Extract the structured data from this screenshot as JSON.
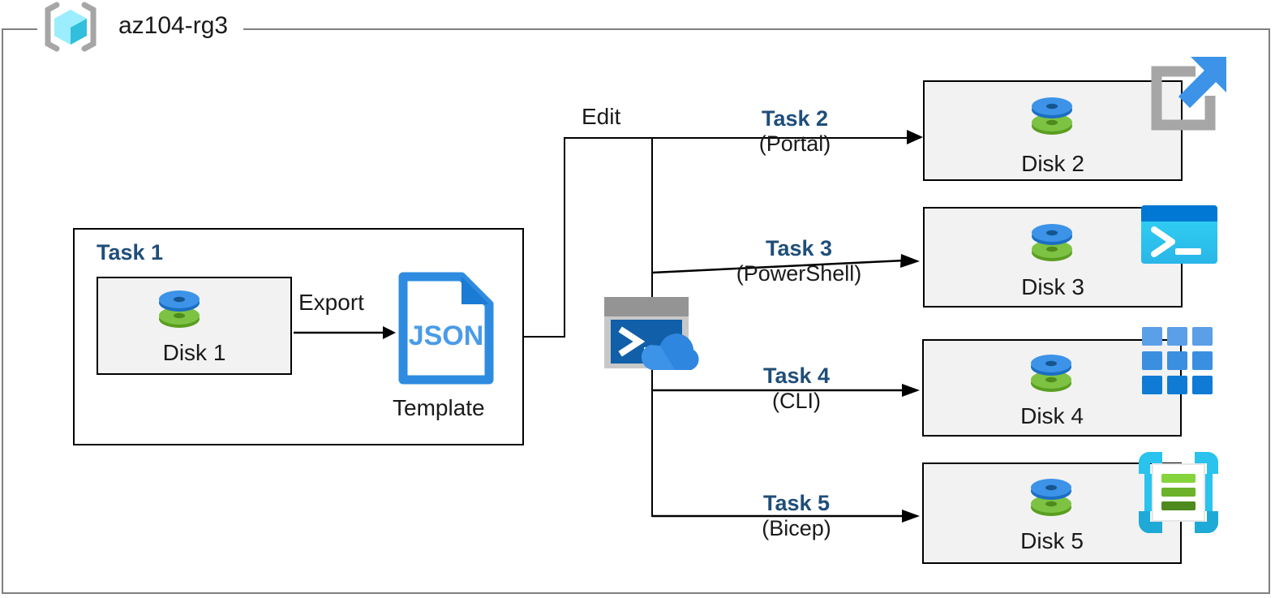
{
  "resource_group": {
    "name": "az104-rg3",
    "icon": "resource-group-cube-icon"
  },
  "task1": {
    "title": "Task 1",
    "disk": {
      "label": "Disk 1",
      "icon": "managed-disk-icon"
    },
    "export_label": "Export",
    "template": {
      "file_type": "JSON",
      "caption": "Template",
      "icon": "json-file-icon"
    }
  },
  "edit_label": "Edit",
  "cloud_shell": {
    "icon": "azure-cloud-shell-icon"
  },
  "branches": [
    {
      "task": "Task 2",
      "method": "(Portal)",
      "disk": {
        "label": "Disk 2",
        "icon": "managed-disk-icon"
      },
      "tool_icon": "azure-portal-icon"
    },
    {
      "task": "Task 3",
      "method": "(PowerShell)",
      "disk": {
        "label": "Disk 3",
        "icon": "managed-disk-icon"
      },
      "tool_icon": "powershell-icon"
    },
    {
      "task": "Task 4",
      "method": "(CLI)",
      "disk": {
        "label": "Disk 4",
        "icon": "azure-cli-icon"
      },
      "tool_icon": "azure-cli-icon"
    },
    {
      "task": "Task 5",
      "method": "(Bicep)",
      "disk": {
        "label": "Disk 5",
        "icon": "managed-disk-icon"
      },
      "tool_icon": "bicep-icon"
    }
  ],
  "colors": {
    "task_text": "#1F4E79",
    "box_fill": "#F2F2F2",
    "box_border": "#000000",
    "frame_border": "#7F7F7F",
    "disk_blue": "#3C8FD9",
    "disk_green": "#72B038",
    "json_blue": "#2E8BE0",
    "powershell_body": "#2ECCF5",
    "powershell_bar": "#0078D4",
    "cli_tile": "#3B8FE0",
    "bicep_frame": "#29C3ED"
  }
}
